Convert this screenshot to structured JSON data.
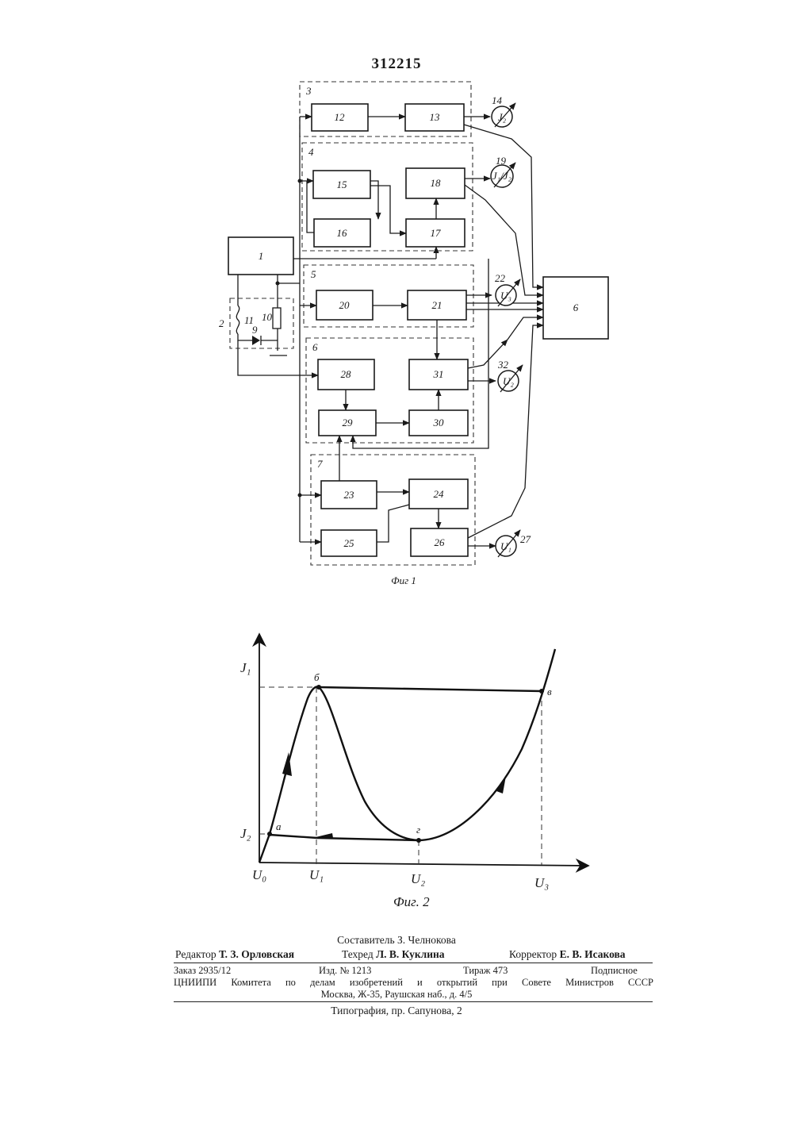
{
  "header": {
    "patent_number": "312215"
  },
  "figure1": {
    "caption": "Фиг 1",
    "blocks": [
      {
        "id": "b1",
        "label": "1"
      },
      {
        "id": "b6",
        "label": "6"
      },
      {
        "id": "b12",
        "label": "12"
      },
      {
        "id": "b13",
        "label": "13"
      },
      {
        "id": "b15",
        "label": "15"
      },
      {
        "id": "b16",
        "label": "16"
      },
      {
        "id": "b17",
        "label": "17"
      },
      {
        "id": "b18",
        "label": "18"
      },
      {
        "id": "b20",
        "label": "20"
      },
      {
        "id": "b21",
        "label": "21"
      },
      {
        "id": "b28",
        "label": "28"
      },
      {
        "id": "b29",
        "label": "29"
      },
      {
        "id": "b30",
        "label": "30"
      },
      {
        "id": "b31",
        "label": "31"
      },
      {
        "id": "b23",
        "label": "23"
      },
      {
        "id": "b24",
        "label": "24"
      },
      {
        "id": "b25",
        "label": "25"
      },
      {
        "id": "b26",
        "label": "26"
      }
    ],
    "groups": [
      {
        "id": "g2",
        "label": "2"
      },
      {
        "id": "g3",
        "label": "3"
      },
      {
        "id": "g4",
        "label": "4"
      },
      {
        "id": "g5",
        "label": "5"
      },
      {
        "id": "g6",
        "label": "6"
      },
      {
        "id": "g7",
        "label": "7"
      }
    ],
    "meters": [
      {
        "id": "m14",
        "number": "14",
        "symbol": "J₂"
      },
      {
        "id": "m19",
        "number": "19",
        "symbol": "J₁/J₂"
      },
      {
        "id": "m22",
        "number": "22",
        "symbol": "U₃"
      },
      {
        "id": "m32",
        "number": "32",
        "symbol": "U₂"
      },
      {
        "id": "m27",
        "number": "27",
        "symbol": "U₁"
      }
    ],
    "components": {
      "coil": "11",
      "diode": "9",
      "resistor": "10"
    }
  },
  "figure2": {
    "caption": "Фиг. 2",
    "y_labels": {
      "j1": "J₁",
      "j2": "J₂"
    },
    "x_labels": {
      "u0": "U₀",
      "u1": "U₁",
      "u2": "U₂",
      "u3": "U₃"
    },
    "point_labels": {
      "a": "а",
      "b": "б",
      "v": "в",
      "g": "г"
    }
  },
  "footer": {
    "compiler": "Составитель З. Челнокова",
    "editor_label": "Редактор",
    "editor_name": "Т. З. Орловская",
    "techred_label": "Техред",
    "techred_name": "Л. В. Куклина",
    "corrector_label": "Корректор",
    "corrector_name": "Е. В. Исакова",
    "order": "Заказ 2935/12",
    "izd": "Изд. № 1213",
    "tirazh": "Тираж 473",
    "podpisnoe": "Подписное",
    "org": "ЦНИИПИ Комитета по делам изобретений и открытий при Совете Министров СССР",
    "address": "Москва, Ж-35, Раушская наб., д. 4/5",
    "printing": "Типография, пр. Сапунова, 2"
  }
}
